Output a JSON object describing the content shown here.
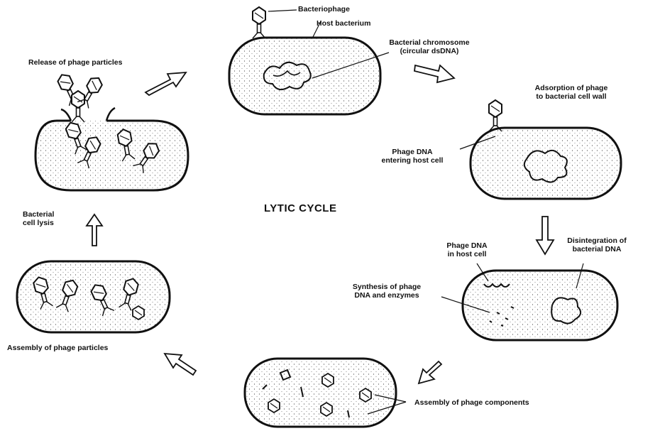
{
  "diagram_title": "LYTIC CYCLE",
  "labels": {
    "bacteriophage": "Bacteriophage",
    "host_bacterium": "Host bacterium",
    "bacterial_chromosome_l1": "Bacterial chromosome",
    "bacterial_chromosome_l2": "(circular dsDNA)",
    "adsorption_l1": "Adsorption of phage",
    "adsorption_l2": "to bacterial cell wall",
    "phage_dna_entering_l1": "Phage DNA",
    "phage_dna_entering_l2": "entering host cell",
    "phage_dna_host_l1": "Phage DNA",
    "phage_dna_host_l2": "in host cell",
    "disintegration_l1": "Disintegration of",
    "disintegration_l2": "bacterial DNA",
    "synthesis_l1": "Synthesis of phage",
    "synthesis_l2": "DNA and enzymes",
    "assembly_components": "Assembly of phage components",
    "assembly_particles": "Assembly of phage particles",
    "cell_lysis_l1": "Bacterial",
    "cell_lysis_l2": "cell lysis",
    "release": "Release of phage particles"
  },
  "colors": {
    "ink": "#111111",
    "background": "#ffffff"
  },
  "icons": [
    "bacteriophage-icon",
    "cycle-arrow-icon"
  ]
}
